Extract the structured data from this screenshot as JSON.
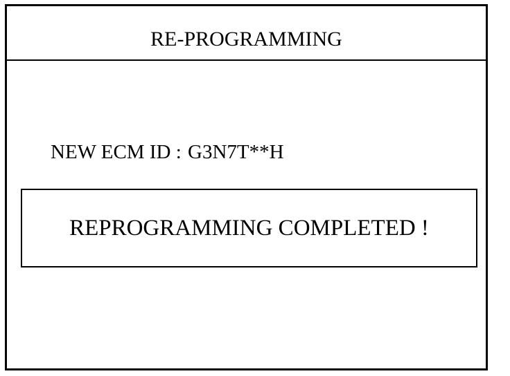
{
  "header": {
    "title": "RE-PROGRAMMING"
  },
  "ecm": {
    "label": "NEW ECM ID :",
    "value": "G3N7T**H"
  },
  "status": {
    "message": "REPROGRAMMING COMPLETED !"
  },
  "colors": {
    "background": "#ffffff",
    "foreground": "#000000"
  }
}
